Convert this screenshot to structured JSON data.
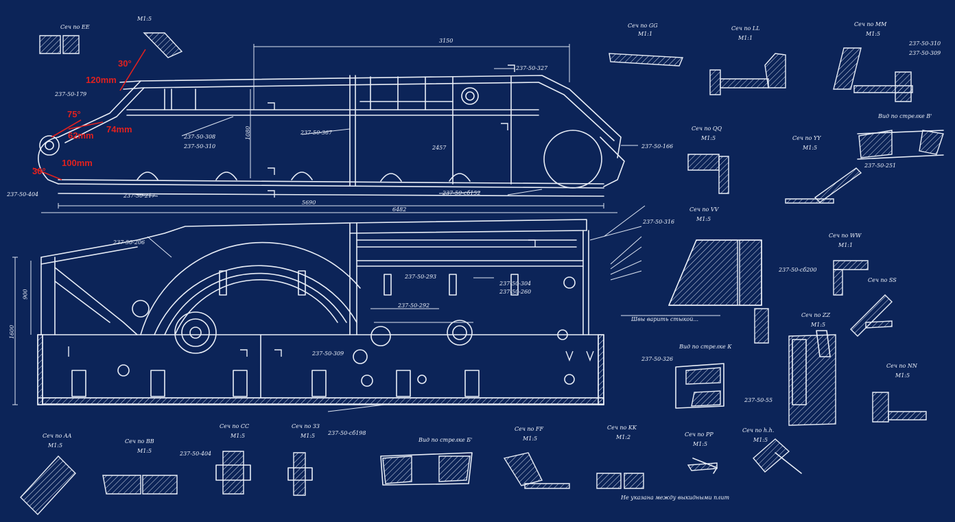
{
  "annotations": {
    "angle_top": "30°",
    "thickness_top": "120mm",
    "angle_mid": "75°",
    "thickness_a": "74mm",
    "thickness_b": "62mm",
    "angle_bottom": "30°",
    "thickness_bottom": "100mm",
    "color": "#e0211f"
  },
  "colors": {
    "background": "#0c2458",
    "lines": "#e9eef7"
  },
  "labels": {
    "sec_ee": "Сеч по EE",
    "scale_ee": "M1:5",
    "sec_gg": "Сеч по GG",
    "scale_gg": "M1:1",
    "sec_ll": "Сеч по LL",
    "scale_ll": "M1:1",
    "sec_mm": "Сеч по MM",
    "scale_mm": "M1:5",
    "sec_dd": "Сеч по QQ",
    "scale_dd": "M1:5",
    "sec_yy": "Сеч по YY",
    "scale_yy": "M1:5",
    "view_b": "Вид по стрелке В'",
    "sec_vv": "Сеч по VV",
    "scale_vv": "M1:5",
    "sec_ww": "Сеч по WW",
    "scale_ww": "M1:1",
    "sec_zz": "Сеч по ZZ",
    "scale_zz": "M1:5",
    "sec_ss": "Сеч по SS",
    "view_k": "Вид по стрелке К",
    "sec_nn": "Сеч по NN",
    "scale_nn": "M1:5",
    "sec_aa": "Сеч по AA",
    "scale_aa": "M1:5",
    "sec_bb": "Сеч по BB",
    "scale_bb": "M1:5",
    "sec_cc": "Сеч по CC",
    "scale_cc": "M1:5",
    "sec_ddd": "Сеч по ЗЗ",
    "scale_ddd": "M1:5",
    "view_b2": "Вид по стрелке Б'",
    "sec_ff": "Сеч по FF",
    "scale_ff": "M1:5",
    "sec_kk": "Сеч по KK",
    "scale_kk": "M1:2",
    "sec_pp": "Сеч по PP",
    "scale_pp": "M1:5",
    "sec_hh": "Сеч по h.h.",
    "scale_hh": "M1:5",
    "dim_3150": "3150",
    "dim_1080": "1080",
    "dim_2457": "2457",
    "dim_5690": "5690",
    "dim_6482": "6482",
    "dim_1600": "1600",
    "dim_900": "900",
    "part_179": "237-50-179",
    "part_308": "237-50-308",
    "part_310": "237-50-310",
    "part_367": "237-50-367",
    "part_166": "237-50-166",
    "part_327": "237-50-327",
    "part_217": "237-50-217",
    "part_152": "237-50-сб152",
    "part_404": "237-50-404",
    "part_316": "237-50-316",
    "part_206": "237-50-206",
    "part_304": "237-50-304",
    "part_260": "237-50-260",
    "part_293": "237-50-293",
    "part_292": "237-50-292",
    "part_309": "237-50-309",
    "part_198": "237-50-сб198",
    "part_326": "237-50-326",
    "part_55": "237-50-55",
    "part_251": "237-50-251",
    "part_310b": "237-50-310",
    "part_309b": "237-50-309",
    "part_300": "237-50-сб200",
    "part_409": "237-50-404",
    "note_weld": "Швы варить стыкой...",
    "note_bottom": "Не указана между выкидными плит"
  }
}
